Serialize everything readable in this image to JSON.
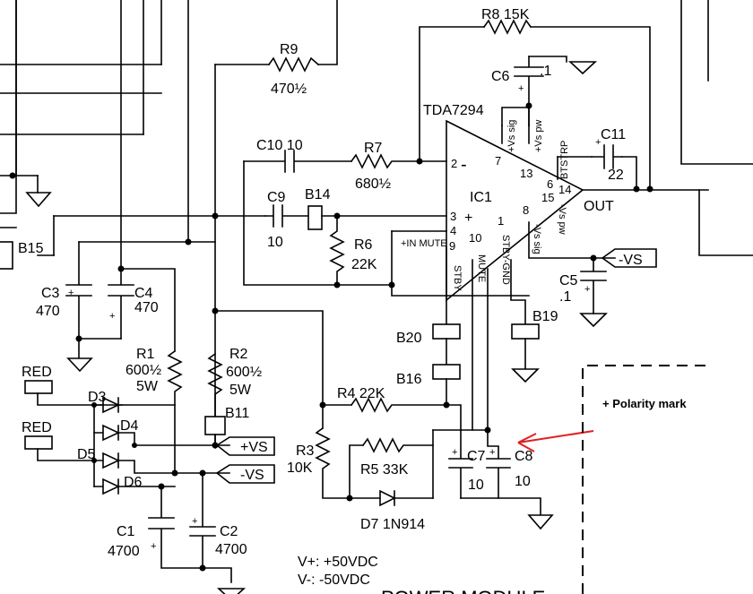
{
  "ic": {
    "name": "TDA7294",
    "ref": "IC1",
    "pins": [
      "2",
      "3",
      "4",
      "9",
      "10",
      "1",
      "7",
      "13",
      "6",
      "14",
      "15",
      "8"
    ],
    "pin_names": [
      "+Vs sig",
      "+Vs pw",
      "BTSTRP",
      "-Vs pw",
      "-Vs sig",
      "+IN MUTE",
      "STBY",
      "MUTE",
      "STBY-GND"
    ],
    "minus": "-",
    "plus": "+"
  },
  "components": {
    "r8": "R8 15K",
    "c6": "C6",
    "c6v": ".1",
    "r9": "R9",
    "r9v": "470½",
    "c10": "C10 10",
    "r7": "R7",
    "r7v": "680½",
    "c9": "C9",
    "c9v": "10",
    "b14": "B14",
    "r6": "R6",
    "r6v": "22K",
    "c11": "C11",
    "c11v": "22",
    "b15": "B15",
    "c3": "C3",
    "c3v": "470",
    "c4": "C4",
    "c4v": "470",
    "r1": "R1",
    "r1v": "600½",
    "r1p": "5W",
    "r2": "R2",
    "r2v": "600½",
    "r2p": "5W",
    "b11": "B11",
    "red1": "RED",
    "red2": "RED",
    "d3": "D3",
    "d4": "D4",
    "d5": "D5",
    "d6": "D6",
    "c1": "C1",
    "c1v": "4700",
    "c2": "C2",
    "c2v": "4700",
    "b20": "B20",
    "b16": "B16",
    "b19": "B19",
    "r4": "R4 22K",
    "r3": "R3",
    "r3v": "10K",
    "r5": "R5 33K",
    "c7": "C7",
    "c7v": "10",
    "c8": "C8",
    "c8v": "10",
    "d7": "D7 1N914",
    "c5": "C5",
    "c5v": ".1"
  },
  "nets": {
    "out": "OUT",
    "vs_neg": "-VS",
    "vs_pos": "+VS",
    "vs_neg2": "-VS"
  },
  "notes": {
    "vplus": "V+:  +50VDC",
    "vminus": "V-:  -50VDC",
    "polarity": "+ Polarity mark",
    "module": "POWER MODULE",
    "plus_sign": "+"
  },
  "colors": {
    "wire": "#000000",
    "arrow": "#e02020",
    "background": "#ffffff"
  }
}
